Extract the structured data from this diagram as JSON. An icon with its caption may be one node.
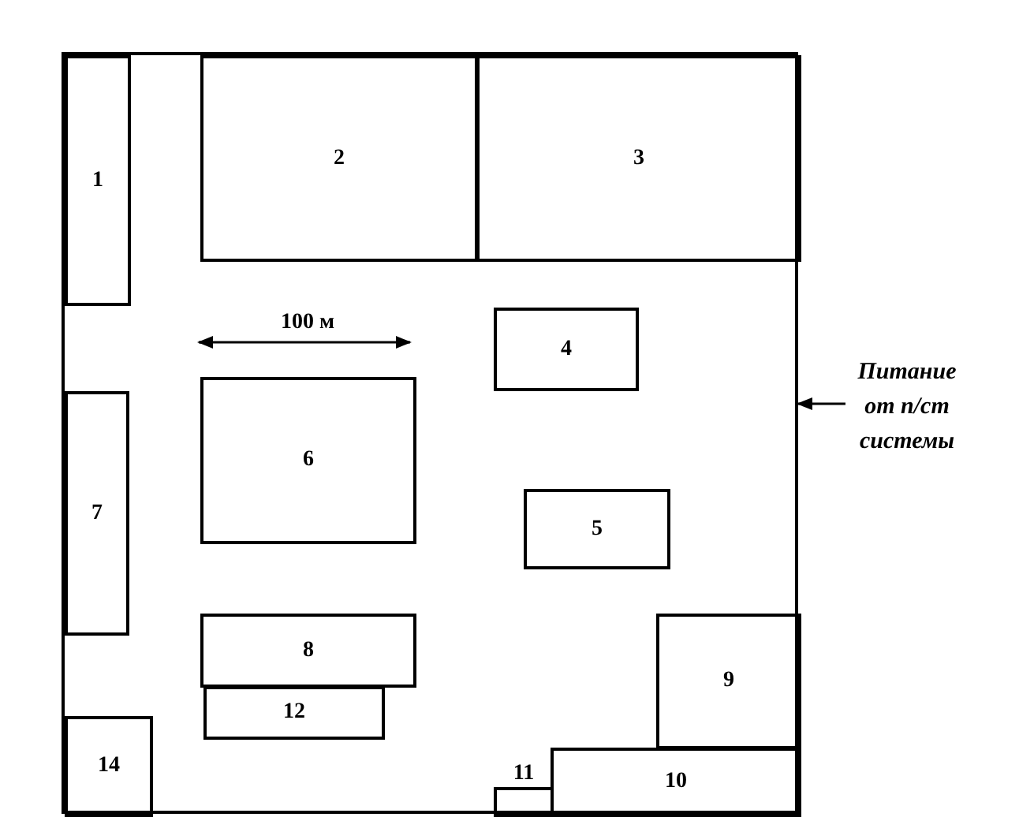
{
  "diagram": {
    "nodes": [
      {
        "text": [],
        "shape": "box"
      },
      {
        "text": [
          "1"
        ],
        "in": 0
      },
      {
        "text": [
          "2"
        ],
        "in": 0
      },
      {
        "text": [
          "3"
        ],
        "in": 0
      },
      {
        "text": [
          "4"
        ],
        "in": 0
      },
      {
        "text": [
          "6"
        ],
        "in": 0
      },
      {
        "text": [
          "7"
        ],
        "in": 0
      },
      {
        "text": [
          "5"
        ],
        "in": 0
      },
      {
        "text": [
          "8"
        ],
        "in": 0
      },
      {
        "text": [
          "9"
        ],
        "in": 0
      },
      {
        "text": [
          "12"
        ],
        "in": 0
      },
      {
        "text": [
          "14"
        ],
        "in": 0
      },
      {
        "text": [
          "11"
        ],
        "in": 0
      },
      {
        "text": [
          "10"
        ],
        "in": 0
      },
      {
        "text": [
          "Питание от п/ст системы"
        ]
      }
    ],
    "edges": [
      {
        "from": 14,
        "to": 0,
        "arrow": "to"
      }
    ],
    "labels": [
      "100 м"
    ]
  }
}
